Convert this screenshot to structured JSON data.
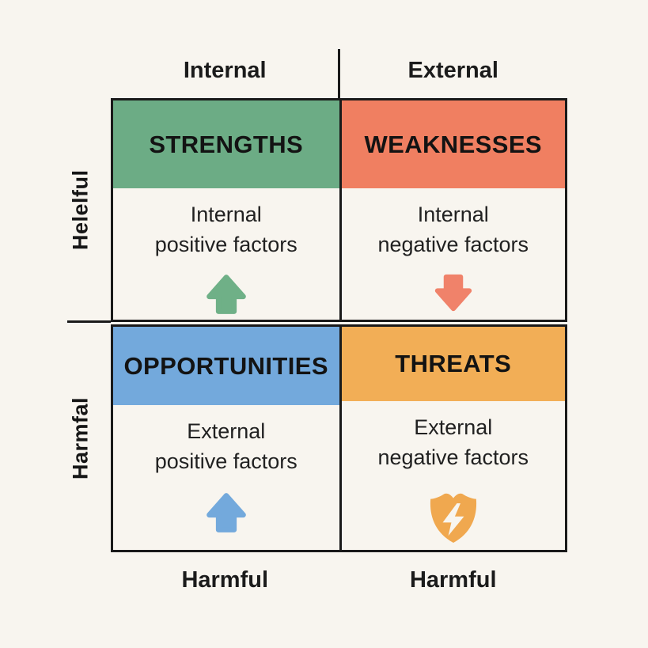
{
  "diagram": "SWOT analysis matrix",
  "colors": {
    "background": "#F8F5EF",
    "grid_border": "#1A1A1A",
    "strengths_header": "#6CAC85",
    "weaknesses_header": "#F07F61",
    "opportunities_header": "#73A9DC",
    "threats_header": "#F2AE56",
    "shield_fill": "#F0A84F",
    "body_text": "#212121"
  },
  "axis": {
    "top_left": "Internal",
    "top_right": "External",
    "left_top": "Helelful",
    "left_bottom": "Harmfal",
    "bottom_left": "Harmful",
    "bottom_right": "Harmful"
  },
  "quadrants": [
    {
      "title": "STRENGTHS",
      "line1": "Internal",
      "line2": "positive factors",
      "icon": "up-arrow",
      "color": "#6CAC85"
    },
    {
      "title": "WEAKNESSES",
      "line1": "Internal",
      "line2": "negative factors",
      "icon": "down-arrow",
      "color": "#F07F61"
    },
    {
      "title": "OPPORTUNITIES",
      "line1": "External",
      "line2": "positive factors",
      "icon": "up-arrow",
      "color": "#73A9DC"
    },
    {
      "title": "THREATS",
      "line1": "External",
      "line2": "negative factors",
      "icon": "shield-lightning",
      "color": "#F2AE56"
    }
  ]
}
